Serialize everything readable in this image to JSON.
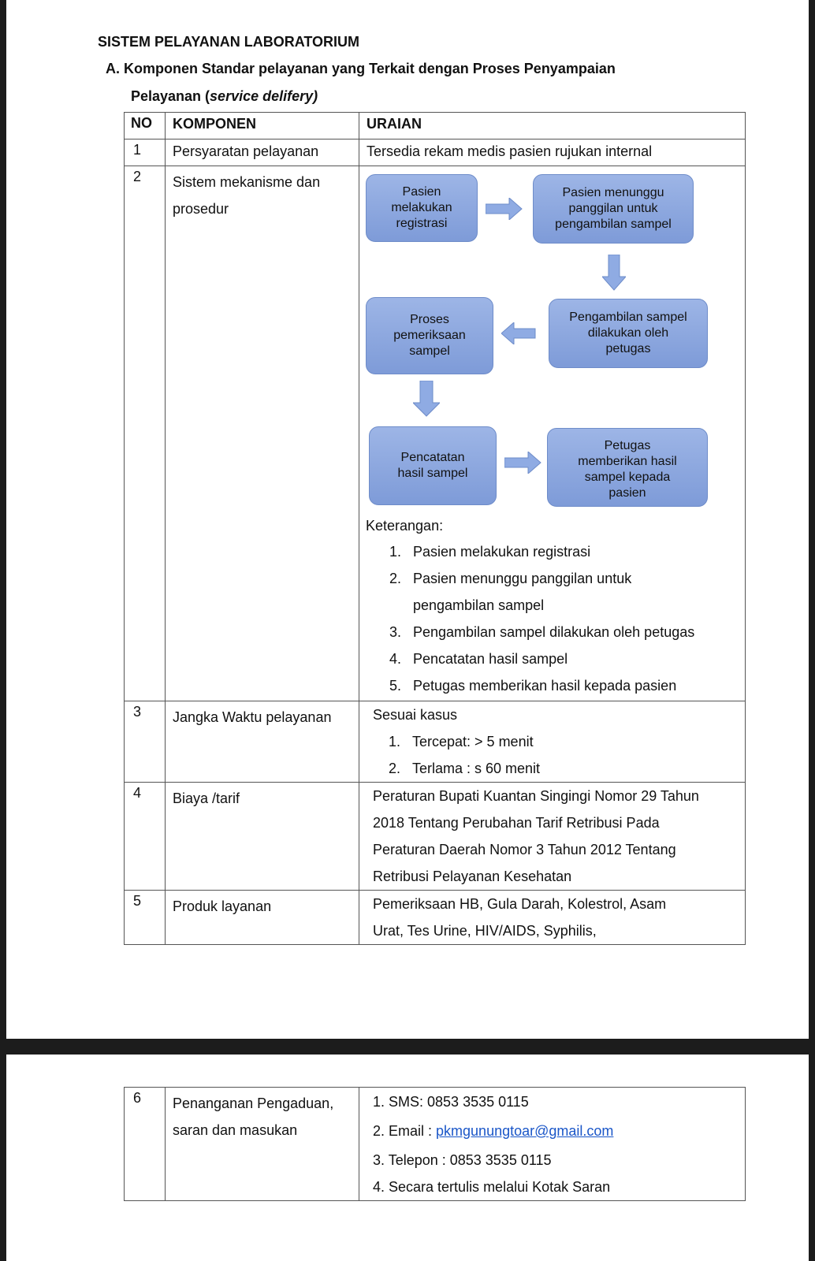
{
  "title": "SISTEM PELAYANAN LABORATORIUM",
  "section": "A. Komponen Standar pelayanan yang Terkait dengan Proses Penyampaian",
  "section_cont_plain": "Pelayanan (",
  "section_cont_italic": "service delifery)",
  "table_headers": {
    "no": "NO",
    "komponen": "KOMPONEN",
    "uraian": "URAIAN"
  },
  "rows": {
    "r1": {
      "no": "1",
      "komponen": "Persyaratan pelayanan",
      "uraian": "Tersedia rekam medis pasien rujukan internal"
    },
    "r2": {
      "no": "2",
      "komponen_l1": "Sistem mekanisme dan",
      "komponen_l2": "prosedur",
      "flow": {
        "b1": "Pasien\nmelakukan\nregistrasi",
        "b2": "Pasien menunggu\npanggilan untuk\npengambilan sampel",
        "b3": "Pengambilan sampel\ndilakukan oleh\npetugas",
        "b4": "Proses\npemeriksaan\nsampel",
        "b5": "Pencatatan\nhasil sampel",
        "b6": "Petugas\nmemberikan hasil\nsampel kepada\npasien"
      },
      "keterangan_label": "Keterangan:",
      "keterangan": [
        "Pasien melakukan registrasi",
        "Pasien menunggu panggilan untuk",
        "pengambilan sampel",
        "Pengambilan sampel dilakukan oleh petugas",
        "Pencatatan hasil sampel",
        "Petugas memberikan hasil kepada pasien"
      ],
      "nums": [
        "1.",
        "2.",
        "3.",
        "4.",
        "5."
      ]
    },
    "r3": {
      "no": "3",
      "komponen": "Jangka Waktu pelayanan",
      "uraian_l1": "Sesuai kasus",
      "items": [
        "Tercepat: > 5 menit",
        "Terlama : s 60 menit"
      ],
      "nums": [
        "1.",
        "2."
      ]
    },
    "r4": {
      "no": "4",
      "komponen": "Biaya /tarif",
      "lines": [
        "Peraturan Bupati Kuantan Singingi Nomor 29 Tahun",
        "2018 Tentang Perubahan Tarif Retribusi Pada",
        "Peraturan Daerah Nomor 3 Tahun 2012 Tentang",
        "Retribusi Pelayanan Kesehatan"
      ]
    },
    "r5": {
      "no": "5",
      "komponen": "Produk layanan",
      "lines": [
        "Pemeriksaan HB, Gula Darah, Kolestrol, Asam",
        "Urat, Tes Urine, HIV/AIDS, Syphilis,"
      ]
    },
    "r6": {
      "no": "6",
      "komponen_l1": "Penanganan Pengaduan,",
      "komponen_l2": "saran dan masukan",
      "i1": "1. SMS: 0853 3535 0115",
      "i2_label": "2. Email : ",
      "i2_link": "pkmgunungtoar@gmail.com",
      "i3": "3. Telepon : 0853 3535 0115",
      "i4": "4. Secara tertulis melalui Kotak Saran"
    }
  },
  "colors": {
    "box": "#8aa6df",
    "arrow": "#8fabe3",
    "page_gap": "#1c1c1c"
  }
}
